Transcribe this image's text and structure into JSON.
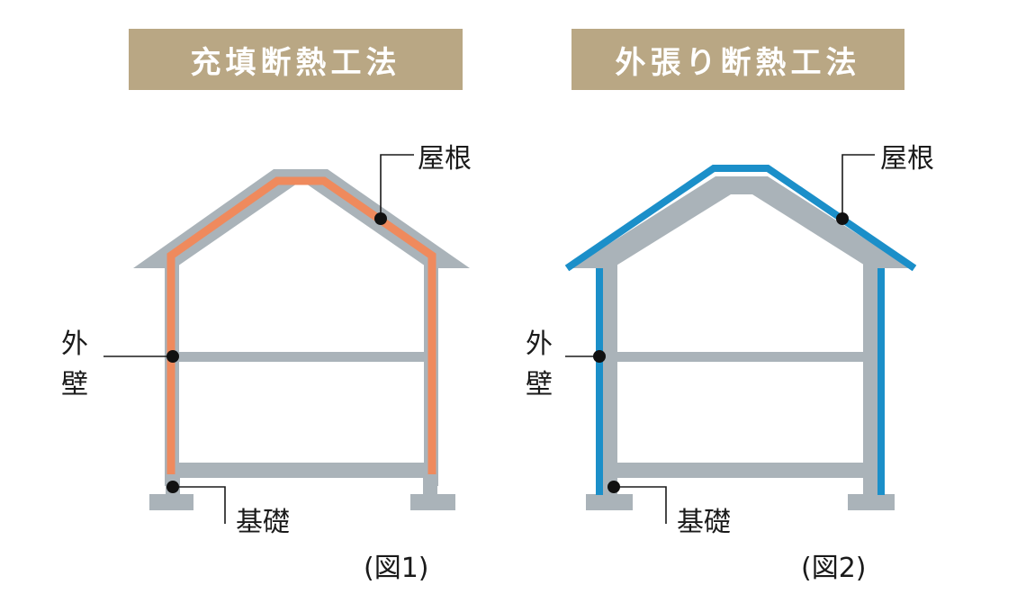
{
  "left": {
    "title": "充填断熱工法",
    "caption": "(図1)",
    "labels": {
      "roof": "屋根",
      "wall_top": "外",
      "wall_bottom": "壁",
      "foundation": "基礎"
    },
    "insulation_color": "#ef8a5d"
  },
  "right": {
    "title": "外張り断熱工法",
    "caption": "(図2)",
    "labels": {
      "roof": "屋根",
      "wall_top": "外",
      "wall_bottom": "壁",
      "foundation": "基礎"
    },
    "insulation_color": "#1b8fc9"
  },
  "colors": {
    "structure": "#aab3b9",
    "title_bg": "#b9a784",
    "leader": "#1a1a1a"
  }
}
